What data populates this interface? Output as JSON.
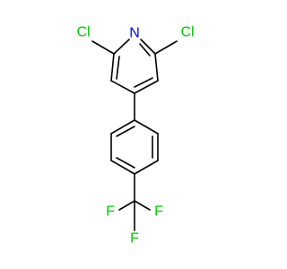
{
  "molecule": {
    "atoms": {
      "n": {
        "label": "N",
        "color": "#0000ff"
      },
      "cl_left": {
        "label": "Cl",
        "color": "#00c800"
      },
      "cl_right": {
        "label": "Cl",
        "color": "#00c800"
      },
      "f_left": {
        "label": "F",
        "color": "#00c800"
      },
      "f_right": {
        "label": "F",
        "color": "#00c800"
      },
      "f_bottom": {
        "label": "F",
        "color": "#00c800"
      }
    },
    "bond_color": "#000000"
  }
}
